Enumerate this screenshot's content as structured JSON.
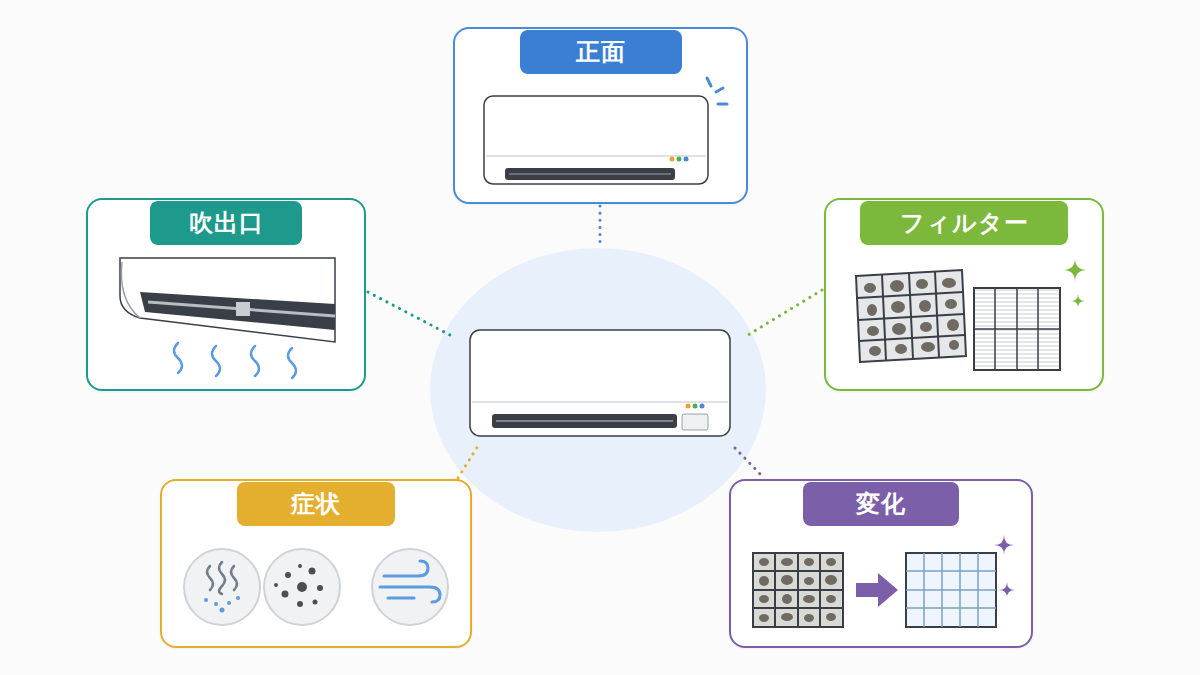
{
  "diagram": {
    "nodes": [
      {
        "text": [
          "正面"
        ]
      },
      {
        "text": [
          "吹出口"
        ]
      },
      {
        "text": [
          "フィルター"
        ]
      },
      {
        "text": [
          "症状"
        ]
      },
      {
        "text": [
          "変化"
        ]
      }
    ]
  }
}
